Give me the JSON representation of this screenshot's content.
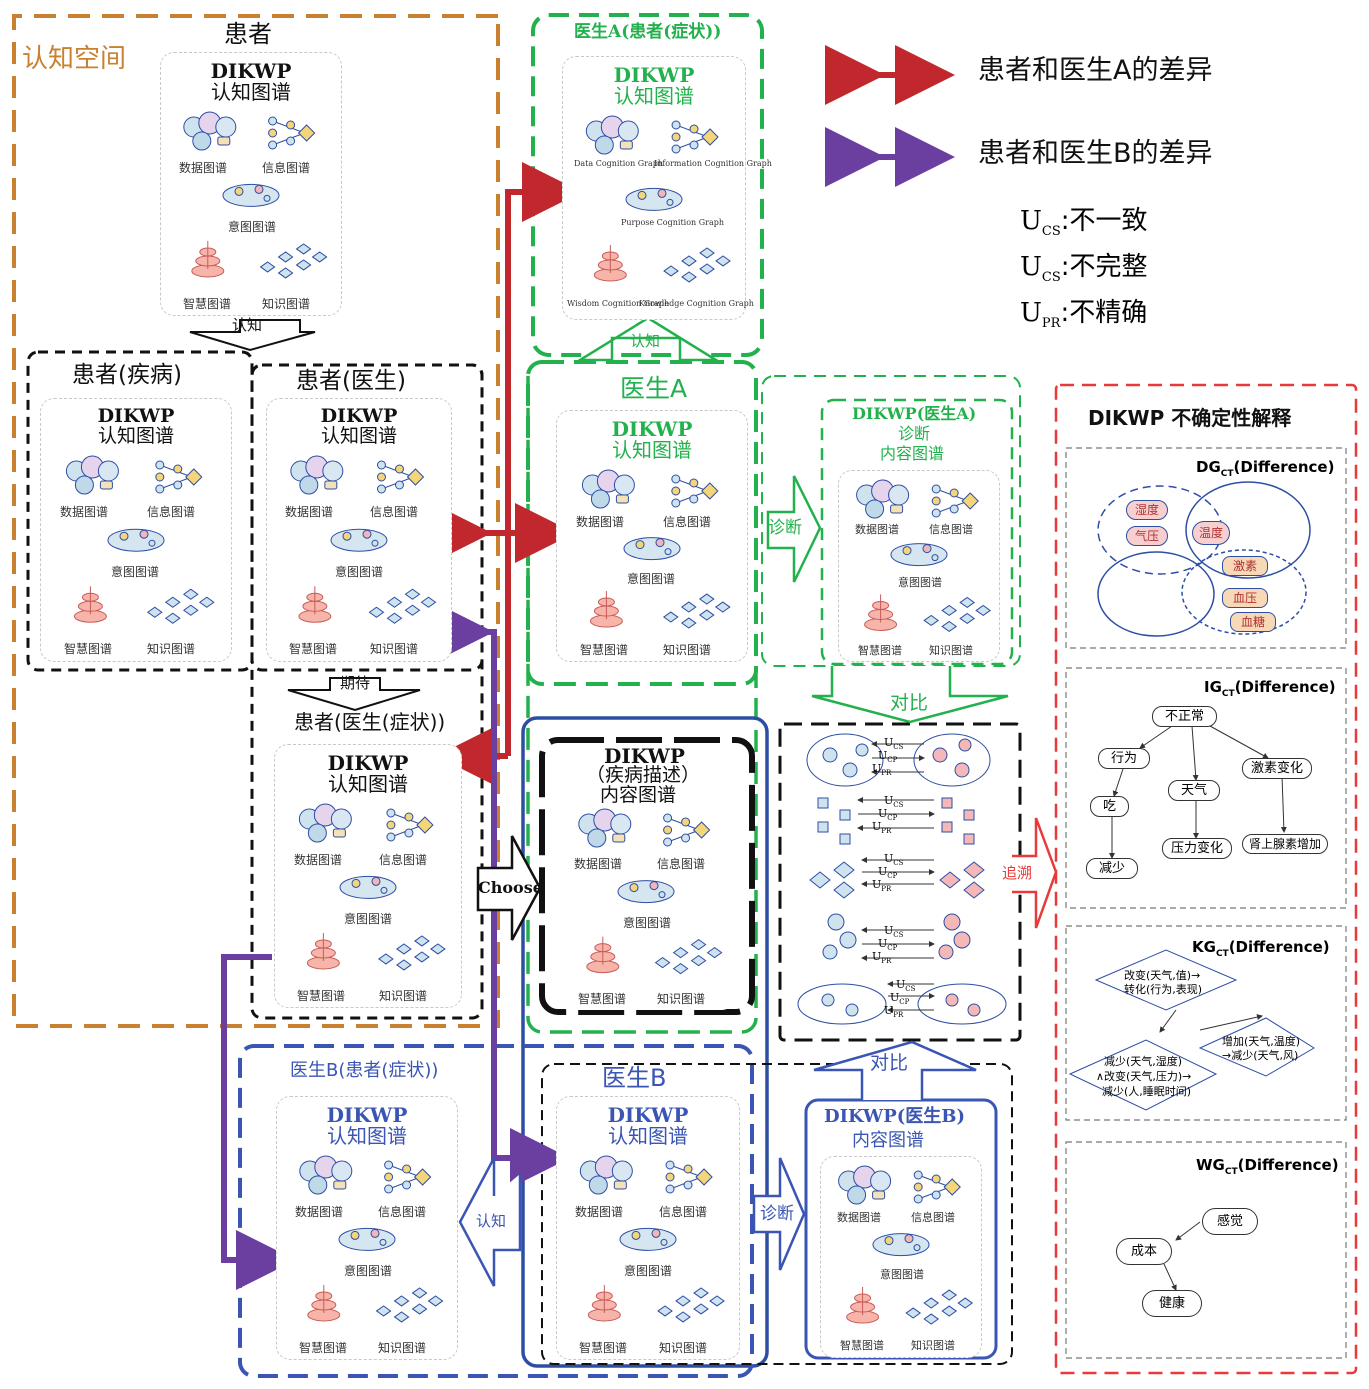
{
  "colors": {
    "brown": "#c9802f",
    "green": "#23b14d",
    "blue": "#3a55b4",
    "black": "#111111",
    "red": "#c0282d",
    "purple": "#6b3fa0",
    "redbox": "#e83a3a",
    "dark_blue": "#2d4ea3"
  },
  "legend": {
    "red_text": "患者和医生A的差异",
    "purple_text": "患者和医生B的差异",
    "u_cs1": "U",
    "u_cs1_sub": "CS",
    "u_cs1_text": ":不一致",
    "u_cs2": "U",
    "u_cs2_sub": "CS",
    "u_cs2_text": ":不完整",
    "u_pr": "U",
    "u_pr_sub": "PR",
    "u_pr_text": ":不精确"
  },
  "cognitive_space": {
    "label": "认知空间",
    "patient_title": "患者"
  },
  "card": {
    "title_top": "DIKWP",
    "title_bottom": "认知图谱",
    "data": "数据图谱",
    "info": "信息图谱",
    "purpose": "意图图谱",
    "wisdom": "智慧图谱",
    "knowledge": "知识图谱"
  },
  "card_en": {
    "data": "Data Cognition Graph",
    "info": "Information Cognition Graph",
    "purpose": "Purpose Cognition Graph",
    "wisdom": "Wisdom Cognition Graph",
    "knowledge": "Knowledge Cognition Graph"
  },
  "groups": {
    "patient_disease": "患者(疾病)",
    "patient_doctor": "患者(医生)",
    "patient_doctor_symptom": "患者(医生(症状))",
    "doctor_a_patient": "医生A(患者(症状))",
    "doctor_a": "医生A",
    "doctor_b_patient": "医生B(患者(症状))",
    "doctor_b": "医生B",
    "disease_desc_top": "DIKWP",
    "disease_desc_mid": "（疾病描述）",
    "disease_desc_bot": "内容图谱",
    "diag_a_top": "DIKWP(医生A)",
    "diag_a_mid": "诊断",
    "diag_a_bot": "内容图谱",
    "diag_b_top": "DIKWP(医生B)",
    "diag_b_bot": "内容图谱"
  },
  "arrows": {
    "cognize1": "认知",
    "expect": "期待",
    "cognize_a": "认知",
    "diagnose_a": "诊断",
    "compare1": "对比",
    "compare2": "对比",
    "choose": "Choose",
    "trace": "追溯",
    "cognize_b": "认知",
    "diagnose_b": "诊断"
  },
  "compare_labels": {
    "ucs": "U",
    "ucs_sub": "CS",
    "ucp": "U",
    "ucp_sub": "CP",
    "upr": "U",
    "upr_sub": "PR"
  },
  "uncertainty": {
    "title": "DIKWP 不确定性解释",
    "dg": {
      "label": "DG",
      "sub": "CT",
      "suffix": "(Difference)",
      "n1": "湿度",
      "n2": "气压",
      "n3": "温度",
      "n4": "激素",
      "n5": "血压",
      "n6": "血糖"
    },
    "ig": {
      "label": "IG",
      "sub": "CT",
      "suffix": "(Difference)",
      "root": "不正常",
      "n1": "行为",
      "n2": "吃",
      "n3": "减少",
      "n4": "天气",
      "n5": "压力变化",
      "n6": "激素变化",
      "n7": "肾上腺素增加"
    },
    "kg": {
      "label": "KG",
      "sub": "CT",
      "suffix": "(Difference)",
      "d1a": "改变(天气,值)→",
      "d1b": "转化(行为,表现)",
      "d2a": "增加(天气,温度)",
      "d2b": "→减少(天气,风)",
      "d3a": "减少(天气,湿度)",
      "d3b": "∧改变(天气,压力)→",
      "d3c": "减少(人,睡眠时间)"
    },
    "wg": {
      "label": "WG",
      "sub": "CT",
      "suffix": "(Difference)",
      "n1": "感觉",
      "n2": "成本",
      "n3": "健康"
    }
  }
}
